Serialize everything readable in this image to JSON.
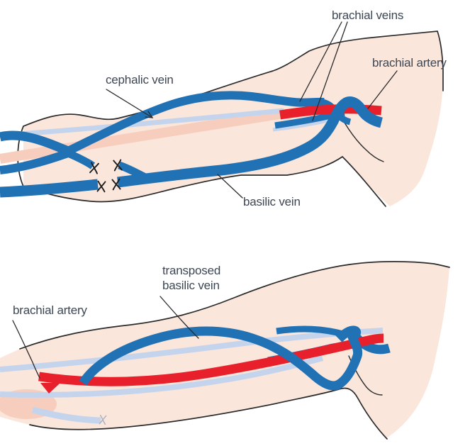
{
  "figure": {
    "type": "medical-illustration",
    "panels": [
      {
        "id": "pre-transposition",
        "label_keys": [
          "cephalic_vein",
          "brachial_veins",
          "brachial_artery_top",
          "basilic_vein"
        ]
      },
      {
        "id": "post-transposition",
        "label_keys": [
          "brachial_artery_bottom",
          "transposed_line1",
          "transposed_line2"
        ]
      }
    ]
  },
  "labels": {
    "brachial_veins": "brachial veins",
    "brachial_artery_top": "brachial artery",
    "cephalic_vein": "cephalic vein",
    "basilic_vein": "basilic vein",
    "transposed_line1": "transposed",
    "transposed_line2": "basilic vein",
    "brachial_artery_bottom": "brachial artery"
  },
  "colors": {
    "artery_red": "#E8202C",
    "vein_blue": "#2171B5",
    "deep_vein_pale_blue": "#C5D4ED",
    "tissue_salmon": "#F7CEBD",
    "skin": "#FBE6DC",
    "outline": "#2B2B2B",
    "label_text": "#3D4754"
  }
}
